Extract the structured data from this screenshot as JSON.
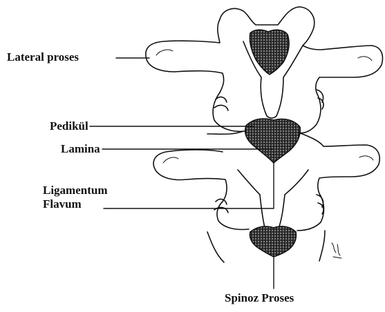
{
  "labels": {
    "lateral": "Lateral proses",
    "pedikul": "Pedikül",
    "lamina": "Lamina",
    "ligamentum_line1": "Ligamentum",
    "ligamentum_line2": "Flavum",
    "spinoz": "Spinoz Proses"
  },
  "colors": {
    "ink": "#111111",
    "shade": "#7a7a7a",
    "background": "#ffffff"
  },
  "signature_text": "illegible artist signature"
}
